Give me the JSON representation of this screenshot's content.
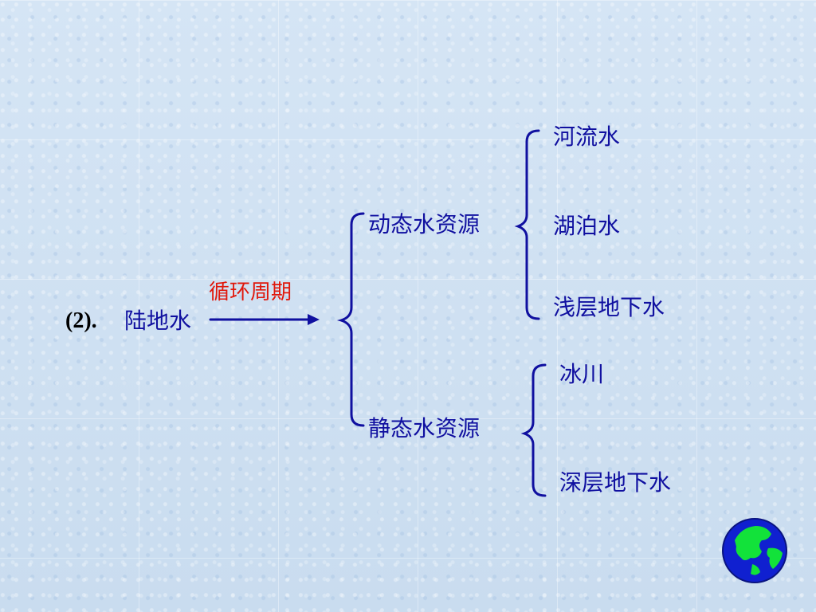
{
  "root": {
    "number": "(2).",
    "name": "陆地水",
    "arrow_label": "循环周期"
  },
  "branches": [
    {
      "name": "动态水资源",
      "children": [
        "河流水",
        "湖泊水",
        "浅层地下水"
      ]
    },
    {
      "name": "静态水资源",
      "children": [
        "冰川",
        "深层地下水"
      ]
    }
  ],
  "colors": {
    "text": "#1010a0",
    "accent": "#e0180c",
    "number": "#000000"
  },
  "decor": {
    "globe_icon": "globe-icon"
  }
}
